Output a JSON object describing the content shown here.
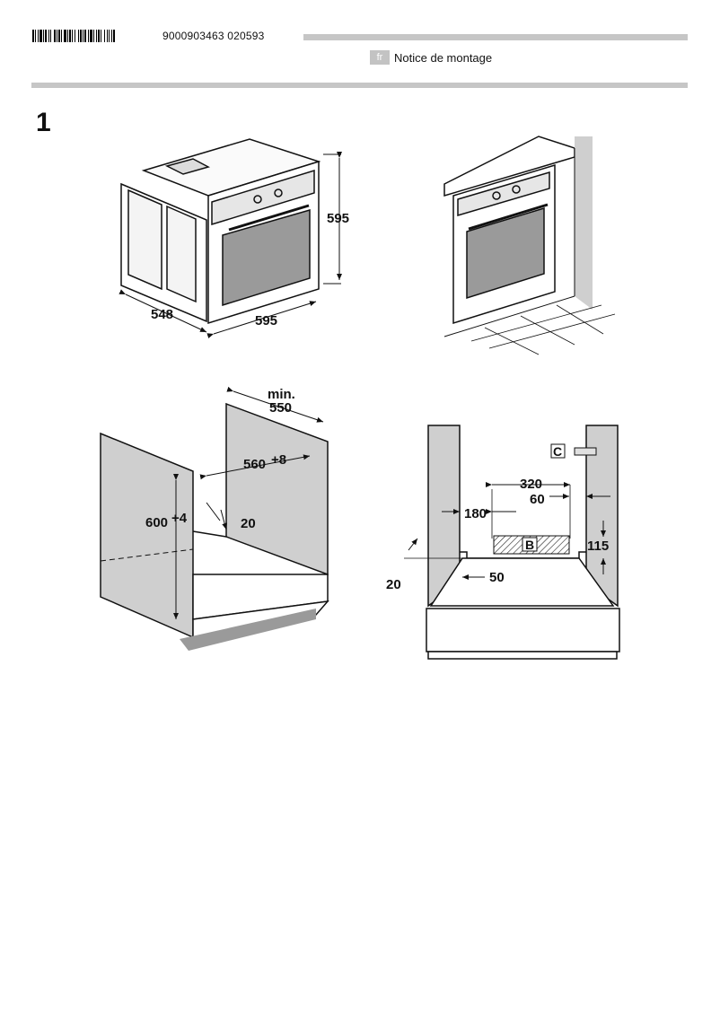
{
  "header": {
    "barcode_number": "9000903463 020593",
    "language_code": "fr",
    "document_title": "Notice de montage"
  },
  "figure": {
    "number": "1",
    "oven": {
      "width": "595",
      "height": "595",
      "depth": "548"
    },
    "cabinet_side": {
      "min_label": "min.",
      "min_depth": "550",
      "niche_width": "560",
      "niche_width_tol": "+8",
      "niche_height": "600",
      "niche_height_tol": "+4",
      "back_gap": "20"
    },
    "cabinet_front": {
      "c_label": "C",
      "b_label": "B",
      "d320": "320",
      "d60": "60",
      "d180": "180",
      "d115": "115",
      "d50": "50",
      "d20": "20"
    }
  }
}
